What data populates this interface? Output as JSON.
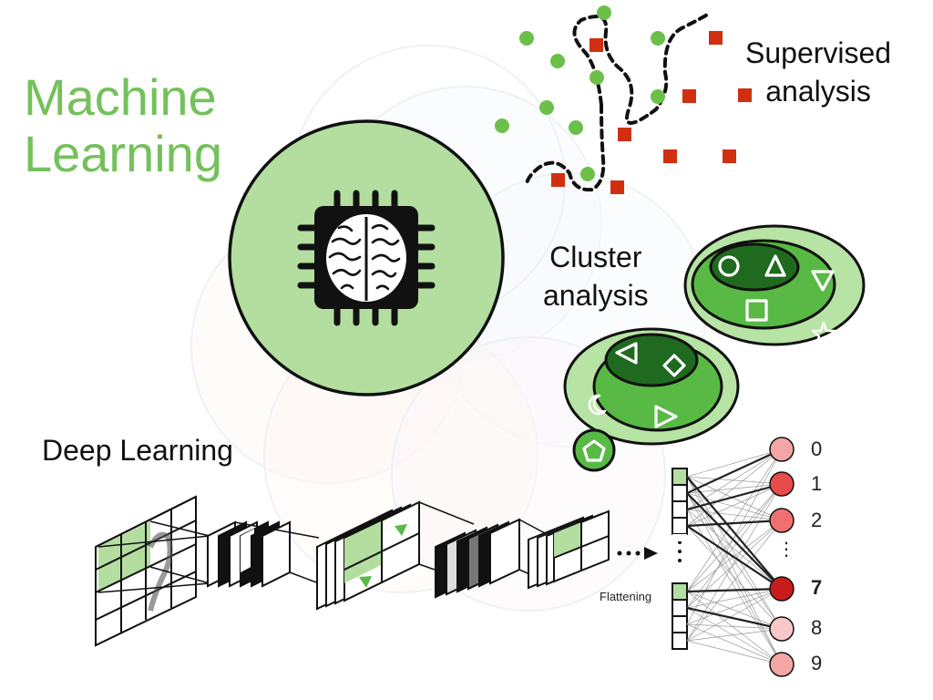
{
  "slide": {
    "title": "Machine\nLearning",
    "supervised_label": "Supervised\nanalysis",
    "cluster_label": "Cluster\nanalysis",
    "deep_label": "Deep Learning",
    "flattening_label": "Flattening",
    "output_labels": [
      "0",
      "1",
      "2",
      "⋮",
      "7",
      "8",
      "9"
    ]
  },
  "colors": {
    "title_green": "#74c15b",
    "chip_circle": "#b3dea0",
    "cluster_light": "#b7e3a4",
    "cluster_mid": "#58b944",
    "cluster_dark": "#1f6a1e",
    "dot_green": "#6cc04a",
    "square_red": "#d0300f"
  },
  "icons": {
    "chip": "brain-chip-icon",
    "cluster_shapes": [
      "circle-icon",
      "triangle-icon",
      "square-icon",
      "triangle-down-icon",
      "star-icon",
      "triangle-left-icon",
      "diamond-icon",
      "crescent-icon",
      "triangle-right-icon",
      "pentagon-icon"
    ]
  }
}
